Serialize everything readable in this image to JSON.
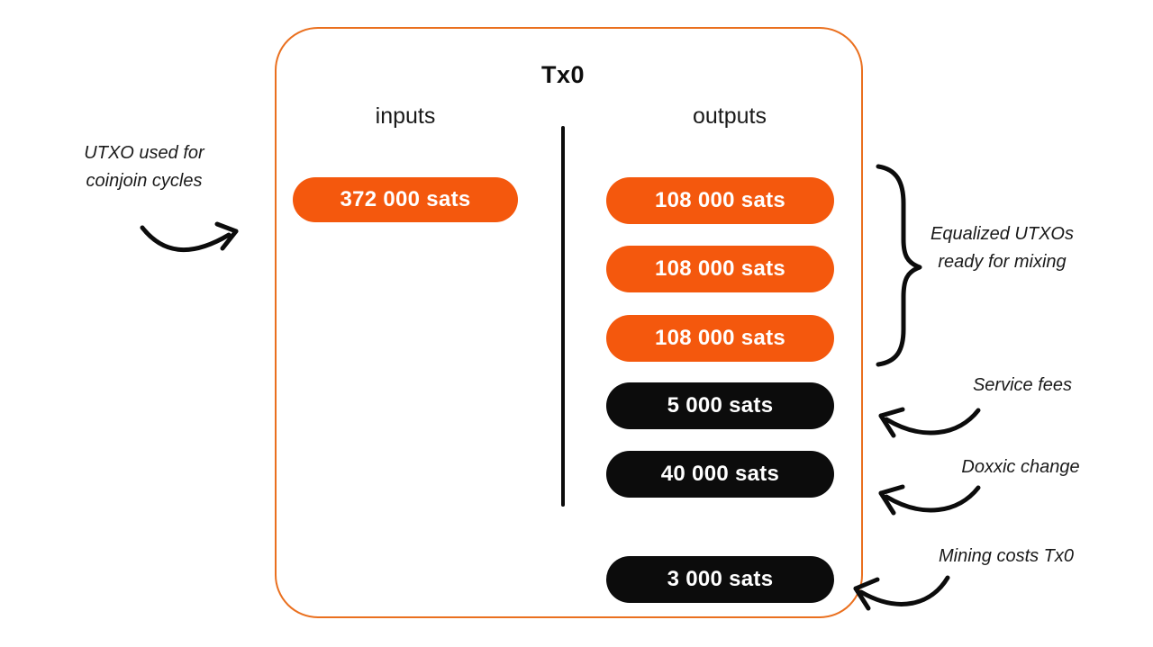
{
  "diagram": {
    "title": "Tx0",
    "inputs_label": "inputs",
    "outputs_label": "outputs",
    "inputs": [
      {
        "label": "372 000 sats",
        "color": "orange"
      }
    ],
    "outputs": [
      {
        "label": "108 000 sats",
        "color": "orange"
      },
      {
        "label": "108 000 sats",
        "color": "orange"
      },
      {
        "label": "108 000 sats",
        "color": "orange"
      },
      {
        "label": "5 000 sats",
        "color": "black"
      },
      {
        "label": "40 000 sats",
        "color": "black"
      },
      {
        "label": "3 000 sats",
        "color": "black"
      }
    ],
    "annotations": {
      "input_note": "UTXO used for\ncoinjoin cycles",
      "equalized_note": "Equalized UTXOs\nready for mixing",
      "service_fees": "Service fees",
      "doxxic_change": "Doxxic change",
      "mining_costs": "Mining costs Tx0"
    },
    "colors": {
      "orange": "#F4580D",
      "black": "#0C0C0C",
      "box_border": "#EA701F"
    }
  }
}
